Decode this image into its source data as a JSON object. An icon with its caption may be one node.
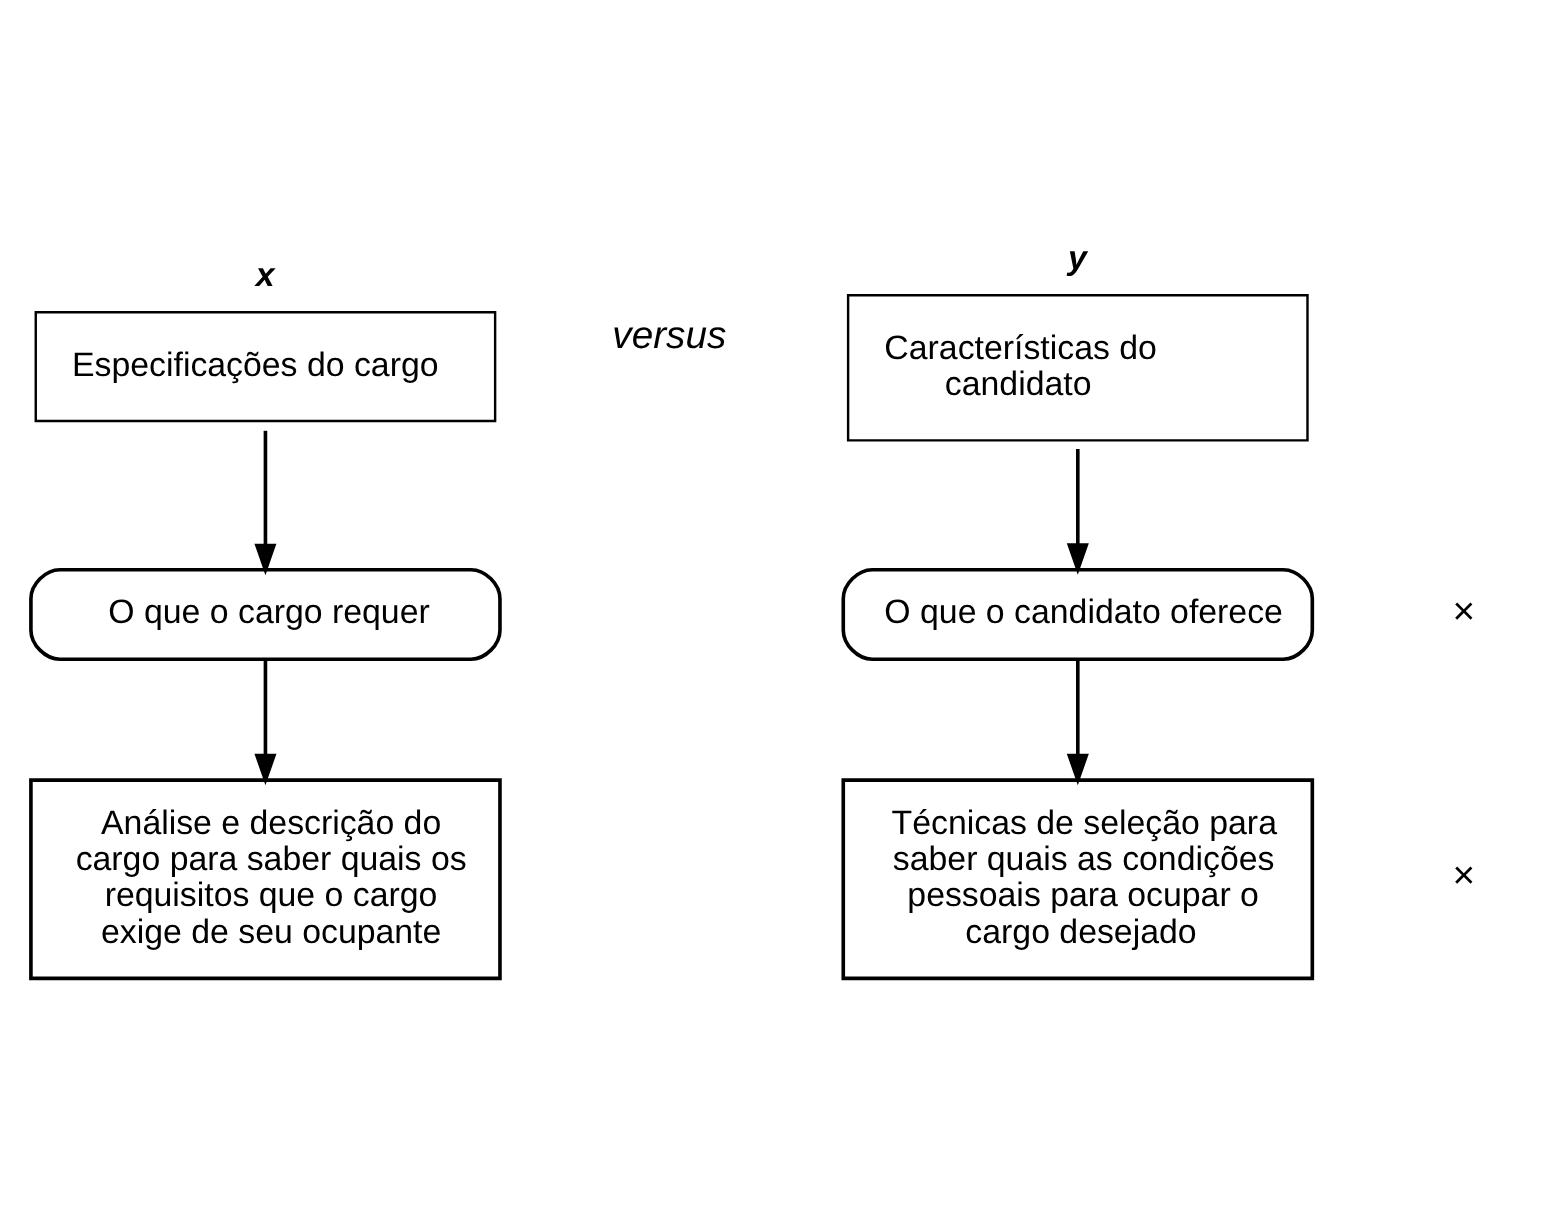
{
  "diagram": {
    "nodes": [
      {
        "text": [
          "x",
          "Especificações do cargo"
        ]
      },
      {
        "text": [
          "y",
          "Características do candidato"
        ]
      },
      {
        "text": [
          "O que o cargo requer"
        ]
      },
      {
        "text": [
          "O que o candidato oferece"
        ]
      },
      {
        "text": [
          "Análise e descrição do cargo para saber quais os requisitos que o cargo exige de seu ocupante"
        ]
      },
      {
        "text": [
          "Técnicas de seleção para saber quais as condições pessoais para ocupar o cargo desejado"
        ]
      }
    ],
    "edges": [
      {
        "from": 0,
        "to": 2,
        "arrow": "to"
      },
      {
        "from": 2,
        "to": 4,
        "arrow": "to"
      },
      {
        "from": 1,
        "to": 3,
        "arrow": "to"
      },
      {
        "from": 3,
        "to": 5,
        "arrow": "to"
      }
    ],
    "labels": [
      "versus",
      "×",
      "×"
    ]
  }
}
